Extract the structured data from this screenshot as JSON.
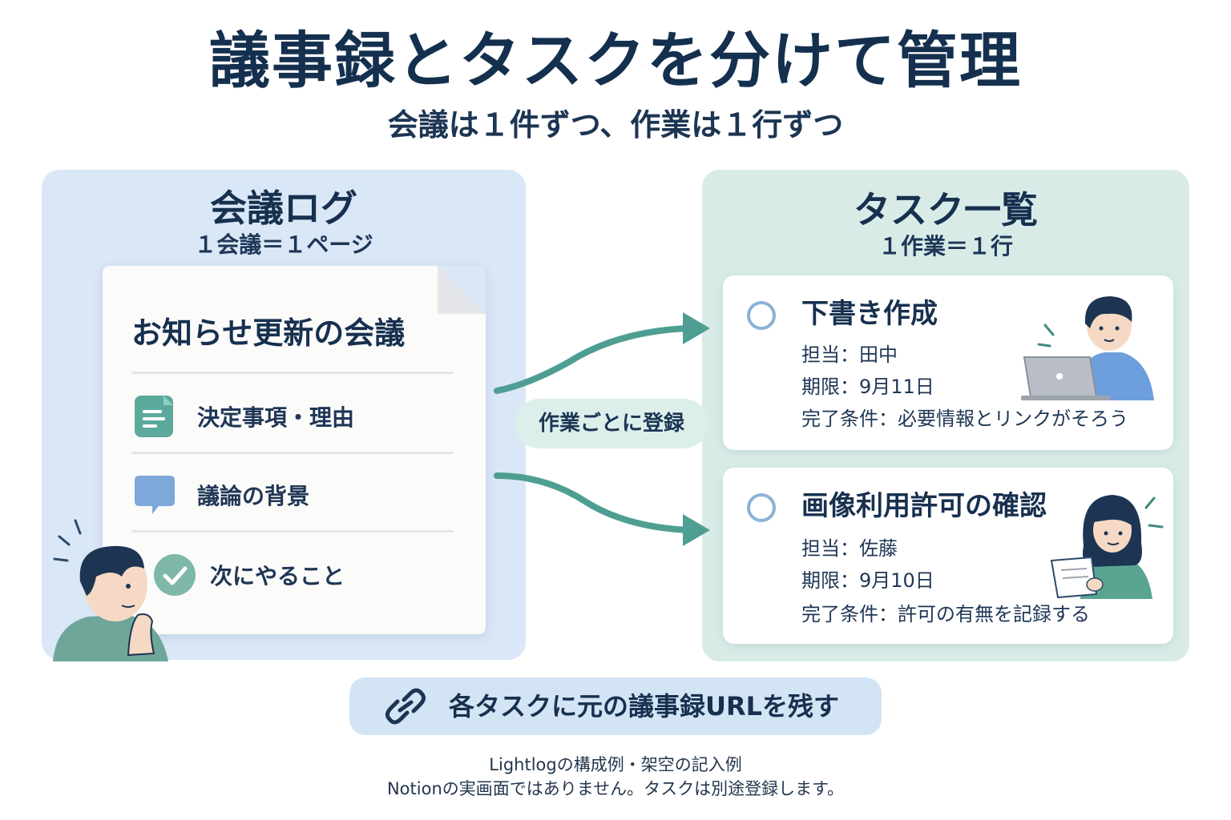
{
  "title": "議事録とタスクを分けて管理",
  "subtitle": "会議は１件ずつ、作業は１行ずつ",
  "left_panel": {
    "title": "会議ログ",
    "subtitle": "１会議＝１ページ",
    "doc": {
      "title": "お知らせ更新の会議",
      "items": [
        {
          "label": "決定事項・理由",
          "icon": "document-icon"
        },
        {
          "label": "議論の背景",
          "icon": "speech-bubble-icon"
        },
        {
          "label": "次にやること",
          "icon": "check-circle-icon"
        }
      ]
    }
  },
  "connector_label": "作業ごとに登録",
  "right_panel": {
    "title": "タスク一覧",
    "subtitle": "１作業＝１行",
    "tasks": [
      {
        "title": "下書き作成",
        "assignee": "担当：田中",
        "due": "期限：9月11日",
        "done": "完了条件：必要情報とリンクがそろう"
      },
      {
        "title": "画像利用許可の確認",
        "assignee": "担当：佐藤",
        "due": "期限：9月10日",
        "done": "完了条件：許可の有無を記録する"
      }
    ]
  },
  "bottom": {
    "text": "各タスクに元の議事録URLを残す",
    "icon": "link-icon"
  },
  "notes": [
    "Lightlogの構成例・架空の記入例",
    "Notionの実画面ではありません。タスクは別途登録します。"
  ],
  "colors": {
    "navy": "#14304e",
    "teal": "#4f9e93",
    "blue_panel": "#d9e7f6",
    "green_panel": "#d8ebe7"
  }
}
